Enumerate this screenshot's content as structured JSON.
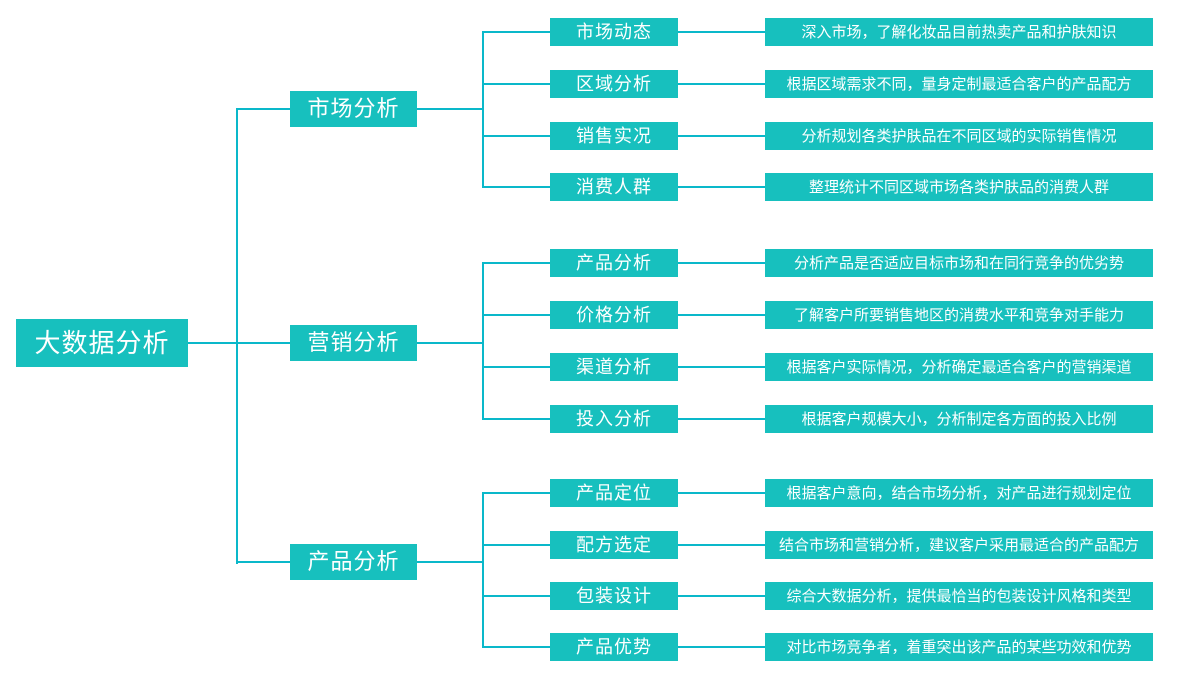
{
  "diagram": {
    "root": {
      "label": "大数据分析"
    },
    "branches": [
      {
        "label": "市场分析",
        "children": [
          {
            "label": "市场动态",
            "desc": "深入市场，了解化妆品目前热卖产品和护肤知识"
          },
          {
            "label": "区域分析",
            "desc": "根据区域需求不同，量身定制最适合客户的产品配方"
          },
          {
            "label": "销售实况",
            "desc": "分析规划各类护肤品在不同区域的实际销售情况"
          },
          {
            "label": "消费人群",
            "desc": "整理统计不同区域市场各类护肤品的消费人群"
          }
        ]
      },
      {
        "label": "营销分析",
        "children": [
          {
            "label": "产品分析",
            "desc": "分析产品是否适应目标市场和在同行竞争的优劣势"
          },
          {
            "label": "价格分析",
            "desc": "了解客户所要销售地区的消费水平和竞争对手能力"
          },
          {
            "label": "渠道分析",
            "desc": "根据客户实际情况，分析确定最适合客户的营销渠道"
          },
          {
            "label": "投入分析",
            "desc": "根据客户规模大小，分析制定各方面的投入比例"
          }
        ]
      },
      {
        "label": "产品分析",
        "children": [
          {
            "label": "产品定位",
            "desc": "根据客户意向，结合市场分析，对产品进行规划定位"
          },
          {
            "label": "配方选定",
            "desc": "结合市场和营销分析，建议客户采用最适合的产品配方"
          },
          {
            "label": "包装设计",
            "desc": "综合大数据分析，提供最恰当的包装设计风格和类型"
          },
          {
            "label": "产品优势",
            "desc": "对比市场竞争者，着重突出该产品的某些功效和优势"
          }
        ]
      }
    ],
    "colors": {
      "box": "#17c0be",
      "line": "#0ab8ca",
      "text": "#ffffff",
      "background": "#ffffff"
    }
  }
}
